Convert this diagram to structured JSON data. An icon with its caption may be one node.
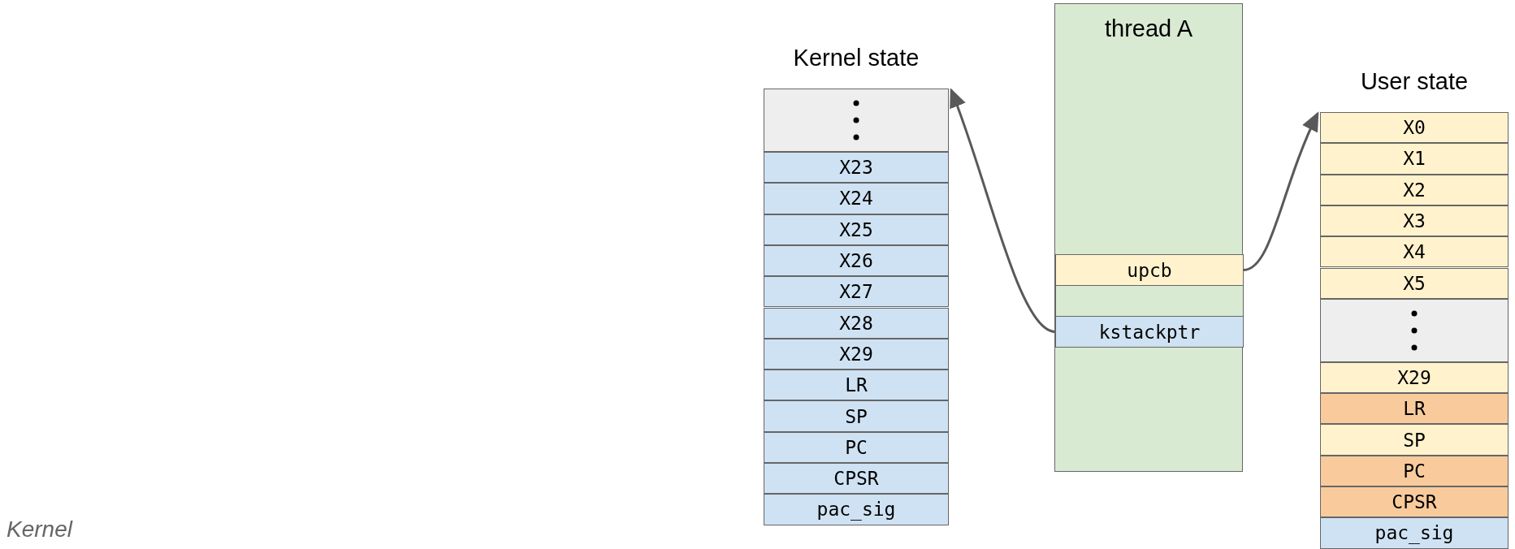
{
  "diagram": {
    "nodes": [
      {
        "text": [
          "Kernel state"
        ]
      },
      {
        "text": [],
        "shape": "box",
        "in": 0
      },
      {
        "text": [
          "X23"
        ],
        "in": 0
      },
      {
        "text": [
          "X24"
        ],
        "in": 0
      },
      {
        "text": [
          "X25"
        ],
        "in": 0
      },
      {
        "text": [
          "X26"
        ],
        "in": 0
      },
      {
        "text": [
          "X27"
        ],
        "in": 0
      },
      {
        "text": [
          "X28"
        ],
        "in": 0
      },
      {
        "text": [
          "X29"
        ],
        "in": 0
      },
      {
        "text": [
          "LR"
        ],
        "in": 0
      },
      {
        "text": [
          "SP"
        ],
        "in": 0
      },
      {
        "text": [
          "PC"
        ],
        "in": 0
      },
      {
        "text": [
          "CPSR"
        ],
        "in": 0
      },
      {
        "text": [
          "pac_sig"
        ],
        "in": 0
      },
      {
        "text": [
          "thread A"
        ]
      },
      {
        "text": [
          "upcb"
        ],
        "in": 14
      },
      {
        "text": [],
        "shape": "box",
        "in": 14
      },
      {
        "text": [
          "kstackptr"
        ],
        "in": 14
      },
      {
        "text": [
          "User state"
        ]
      },
      {
        "text": [
          "X0"
        ],
        "in": 18
      },
      {
        "text": [
          "X1"
        ],
        "in": 18
      },
      {
        "text": [
          "X2"
        ],
        "in": 18
      },
      {
        "text": [
          "X3"
        ],
        "in": 18
      },
      {
        "text": [
          "X4"
        ],
        "in": 18
      },
      {
        "text": [
          "X5"
        ],
        "in": 18
      },
      {
        "text": [],
        "shape": "box",
        "in": 18
      },
      {
        "text": [
          "X29"
        ],
        "in": 18
      },
      {
        "text": [
          "LR"
        ],
        "in": 18
      },
      {
        "text": [
          "SP"
        ],
        "in": 18
      },
      {
        "text": [
          "PC"
        ],
        "in": 18
      },
      {
        "text": [
          "CPSR"
        ],
        "in": 18
      },
      {
        "text": [
          "pac_sig"
        ],
        "in": 18
      }
    ],
    "edges": [
      {
        "from": 17,
        "to": 0,
        "arrow": "to"
      },
      {
        "from": 15,
        "to": 18,
        "arrow": "to"
      }
    ],
    "labels": [
      "Kernel"
    ]
  }
}
